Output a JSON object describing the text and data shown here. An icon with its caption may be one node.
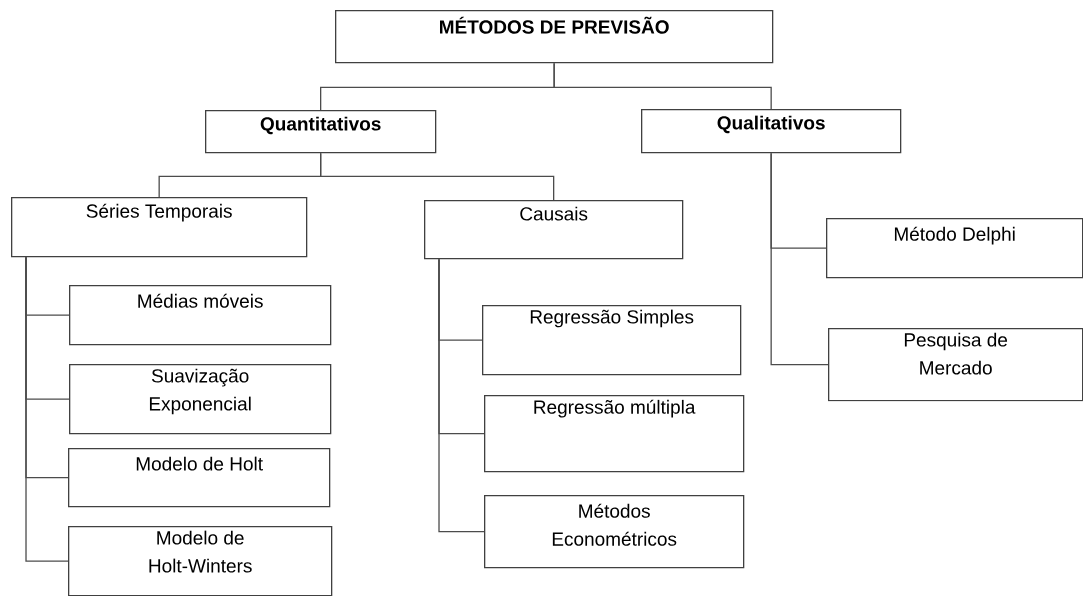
{
  "diagram": {
    "nodes": [
      {
        "text": [
          "MÉTODOS DE PREVISÃO"
        ]
      },
      {
        "text": [
          "Quantitativos"
        ]
      },
      {
        "text": [
          "Qualitativos"
        ]
      },
      {
        "text": [
          "Séries Temporais"
        ]
      },
      {
        "text": [
          "Causais"
        ]
      },
      {
        "text": [
          "Médias móveis"
        ]
      },
      {
        "text": [
          "Suavização Exponencial"
        ]
      },
      {
        "text": [
          "Modelo de Holt"
        ]
      },
      {
        "text": [
          "Modelo de Holt-Winters"
        ]
      },
      {
        "text": [
          "Regressão Simples"
        ]
      },
      {
        "text": [
          "Regressão múltipla"
        ]
      },
      {
        "text": [
          "Métodos Econométricos"
        ]
      },
      {
        "text": [
          "Método Delphi"
        ]
      },
      {
        "text": [
          "Pesquisa de Mercado"
        ]
      }
    ],
    "edges": [
      {
        "from": 0,
        "to": 1,
        "arrow": "none"
      },
      {
        "from": 0,
        "to": 2,
        "arrow": "none"
      },
      {
        "from": 1,
        "to": 3,
        "arrow": "none"
      },
      {
        "from": 1,
        "to": 4,
        "arrow": "none"
      },
      {
        "from": 3,
        "to": 5,
        "arrow": "none"
      },
      {
        "from": 3,
        "to": 6,
        "arrow": "none"
      },
      {
        "from": 3,
        "to": 7,
        "arrow": "none"
      },
      {
        "from": 3,
        "to": 8,
        "arrow": "none"
      },
      {
        "from": 4,
        "to": 9,
        "arrow": "none"
      },
      {
        "from": 4,
        "to": 10,
        "arrow": "none"
      },
      {
        "from": 4,
        "to": 11,
        "arrow": "none"
      },
      {
        "from": 2,
        "to": 12,
        "arrow": "none"
      },
      {
        "from": 2,
        "to": 13,
        "arrow": "none"
      }
    ]
  }
}
